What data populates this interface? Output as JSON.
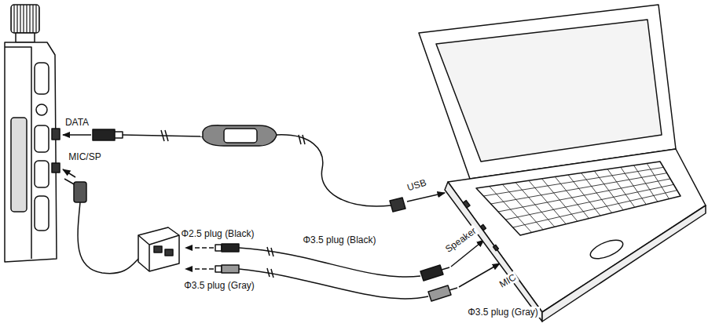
{
  "diagram": {
    "labels": [
      "DATA",
      "MIC/SP",
      "USB",
      "Φ2.5 plug (Black)",
      "Φ3.5 plug (Black)",
      "Speaker",
      "MIC",
      "Φ3.5 plug (Gray)",
      "Φ3.5 plug (Gray)"
    ]
  }
}
